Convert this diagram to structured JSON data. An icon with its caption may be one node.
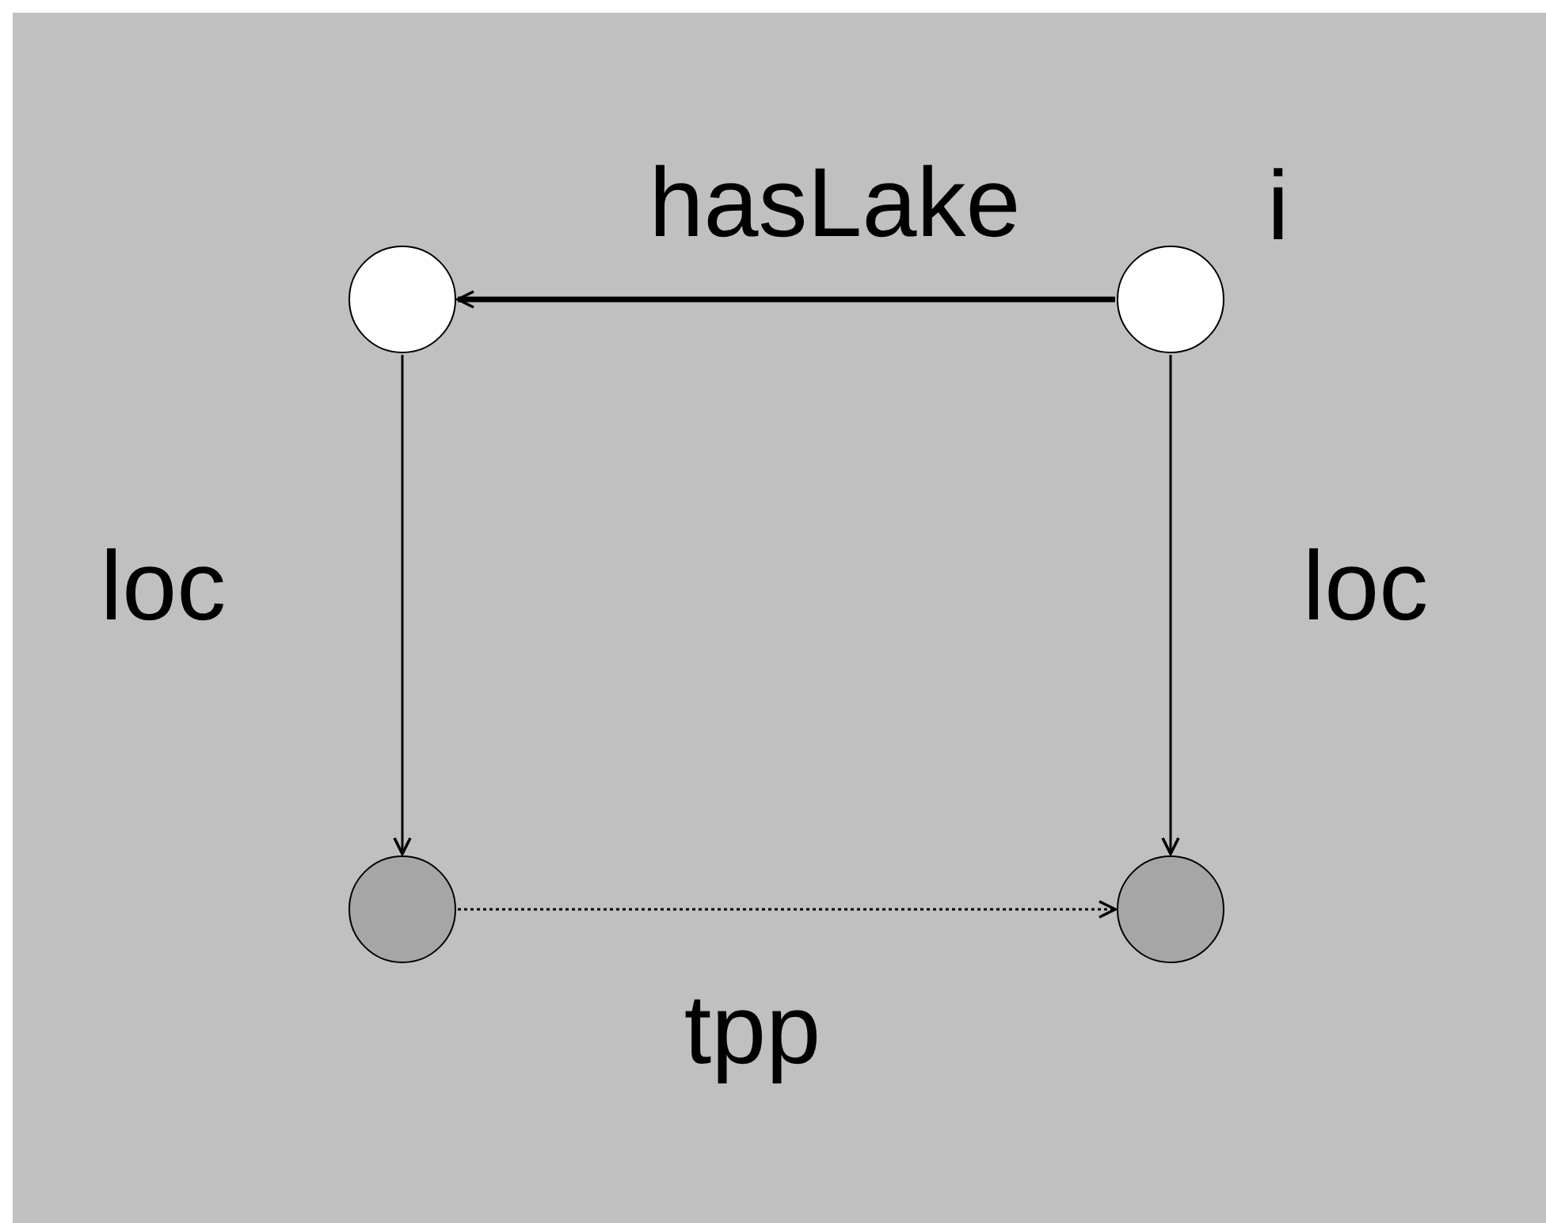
{
  "diagram": {
    "nodes": [
      {
        "text": [],
        "shape": "circle"
      },
      {
        "text": [],
        "shape": "circle",
        "beside": [
          "i"
        ]
      },
      {
        "text": [],
        "shape": "circle"
      },
      {
        "text": [],
        "shape": "circle"
      }
    ],
    "edges": [
      {
        "from": 1,
        "to": 0,
        "arrow": "to",
        "label": "hasLake",
        "style": "thick"
      },
      {
        "from": 0,
        "to": 2,
        "arrow": "to",
        "label": "loc"
      },
      {
        "from": 1,
        "to": 3,
        "arrow": "to",
        "label": "loc"
      },
      {
        "from": 2,
        "to": 3,
        "arrow": "to",
        "label": "tpp",
        "style": "dashed"
      }
    ]
  }
}
